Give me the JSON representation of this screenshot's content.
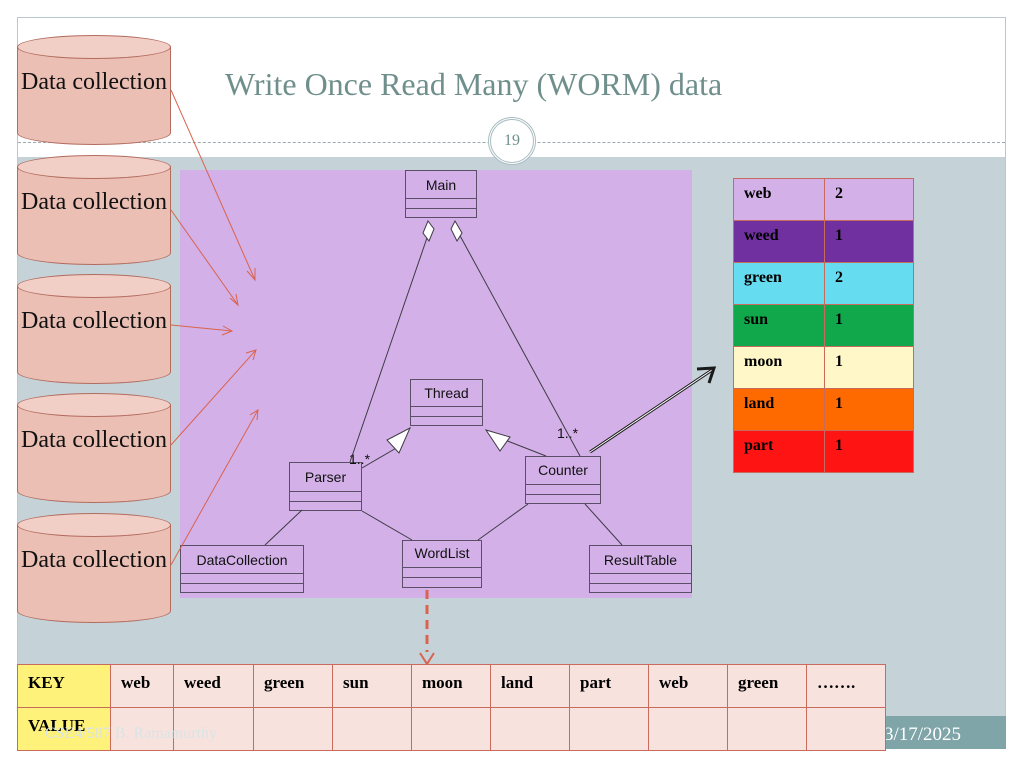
{
  "slide": {
    "title": "Write Once Read Many (WORM) data",
    "number": "19"
  },
  "data_sources": [
    {
      "label": "Data collection"
    },
    {
      "label": "Data collection"
    },
    {
      "label": "Data collection"
    },
    {
      "label": "Data collection"
    },
    {
      "label": "Data collection"
    }
  ],
  "uml": {
    "classes": {
      "main": "Main",
      "thread": "Thread",
      "parser": "Parser",
      "counter": "Counter",
      "datacollection": "DataCollection",
      "wordlist": "WordList",
      "resulttable": "ResultTable"
    },
    "multiplicity_parser": "1..*",
    "multiplicity_counter": "1..*"
  },
  "word_counts": [
    {
      "word": "web",
      "count": "2",
      "color": "#d3b0e8"
    },
    {
      "word": "weed",
      "count": "1",
      "color": "#7030a0"
    },
    {
      "word": "green",
      "count": "2",
      "color": "#66dcf0"
    },
    {
      "word": "sun",
      "count": "1",
      "color": "#10a84a"
    },
    {
      "word": "moon",
      "count": "1",
      "color": "#fff7c8"
    },
    {
      "word": "land",
      "count": "1",
      "color": "#ff6a00"
    },
    {
      "word": "part",
      "count": "1",
      "color": "#ff1414"
    }
  ],
  "kv_table": {
    "key_header": "KEY",
    "value_header": "VALUE",
    "keys": [
      "web",
      "weed",
      "green",
      "sun",
      "moon",
      "land",
      "part",
      "web",
      "green",
      "……."
    ]
  },
  "footer": {
    "left": "CSE4/587 B. Ramamurthy",
    "date": "3/17/2025"
  }
}
